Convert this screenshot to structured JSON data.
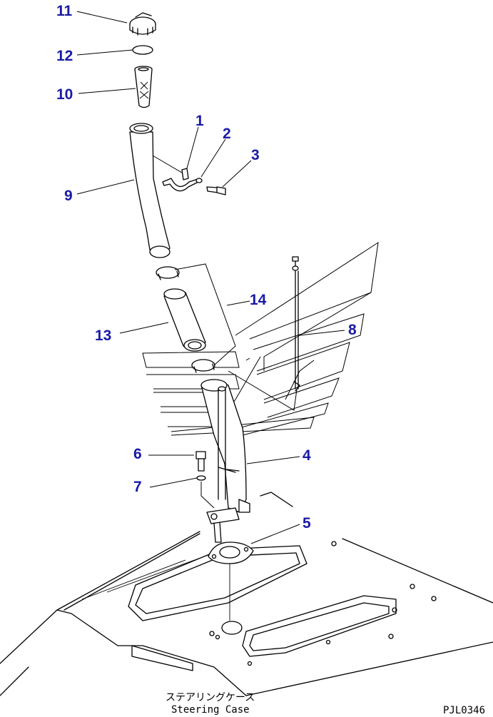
{
  "drawing": {
    "callouts": [
      "11",
      "12",
      "10",
      "1",
      "2",
      "3",
      "9",
      "14",
      "13",
      "8",
      "6",
      "4",
      "7",
      "5"
    ],
    "caption_jp": "ステアリングケース",
    "caption_en": "Steering Case",
    "code": "PJL0346"
  },
  "colors": {
    "callout": "#1a1aa6",
    "line": "#000000",
    "background": "#ffffff"
  }
}
